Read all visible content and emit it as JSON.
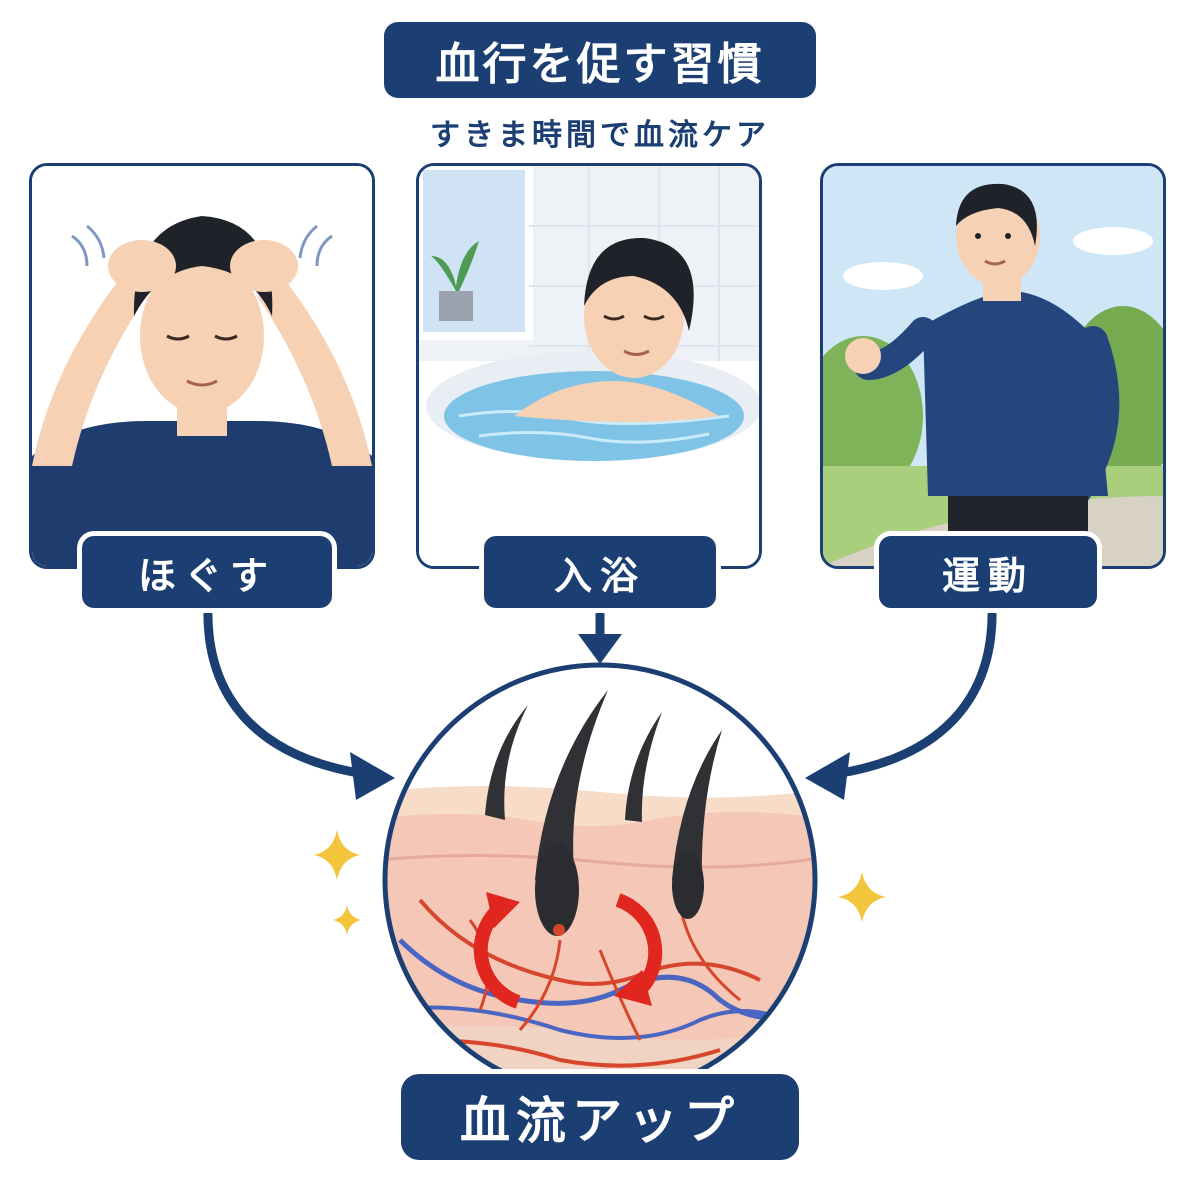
{
  "header": {
    "title": "血行を促す習慣",
    "subtitle": "すきま時間で血流ケア"
  },
  "habits": [
    {
      "label": "ほぐす",
      "icon": "scalp-massage-illustration"
    },
    {
      "label": "入浴",
      "icon": "bathing-illustration"
    },
    {
      "label": "運動",
      "icon": "jogging-illustration"
    }
  ],
  "result": {
    "label": "血流アップ",
    "icon": "scalp-blood-flow-illustration"
  },
  "colors": {
    "navy": "#1c3f73",
    "accent_red": "#e0261f",
    "sparkle": "#f3c53c",
    "skin": "#f6c9bb"
  }
}
